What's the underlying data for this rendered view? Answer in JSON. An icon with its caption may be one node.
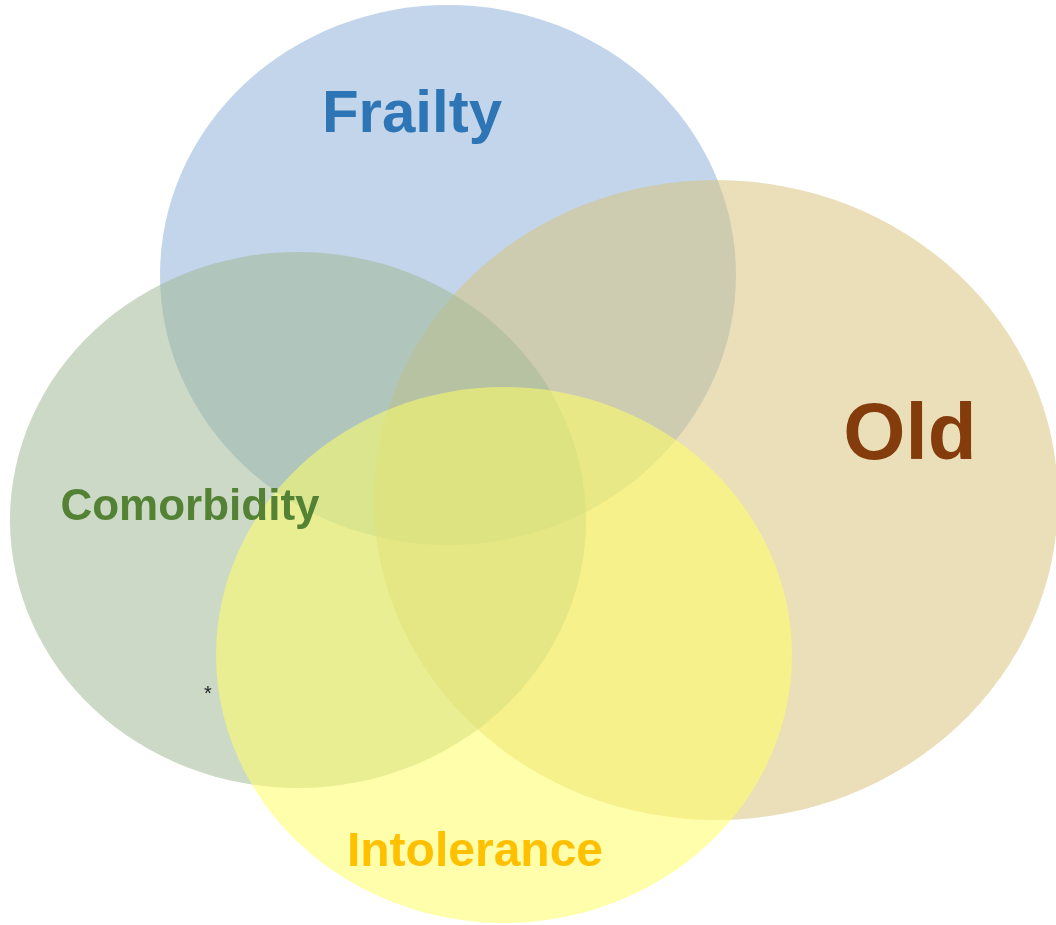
{
  "diagram": {
    "nodes": [
      {
        "text": [
          "Frailty"
        ]
      },
      {
        "text": [
          "Old"
        ]
      },
      {
        "text": [
          "Comorbidity"
        ]
      },
      {
        "text": [
          "Intolerance"
        ]
      }
    ],
    "labels": [
      "*"
    ]
  }
}
